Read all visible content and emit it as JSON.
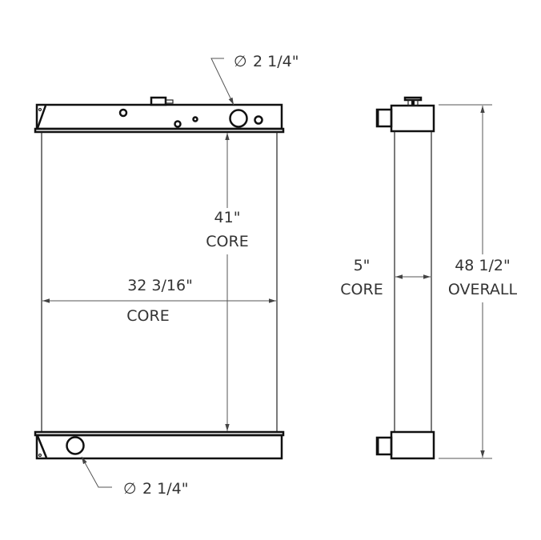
{
  "front_view": {
    "top_port_label": "2 1/4\"",
    "bottom_port_label": "2 1/4\"",
    "core_height_value": "41\"",
    "core_height_label": "CORE",
    "core_width_value": "32 3/16\"",
    "core_width_label": "CORE"
  },
  "side_view": {
    "core_depth_value": "5\"",
    "core_depth_label": "CORE",
    "overall_height_value": "48 1/2\"",
    "overall_height_label": "OVERALL"
  },
  "symbols": {
    "diameter": "∅"
  },
  "line_color": "#111111"
}
